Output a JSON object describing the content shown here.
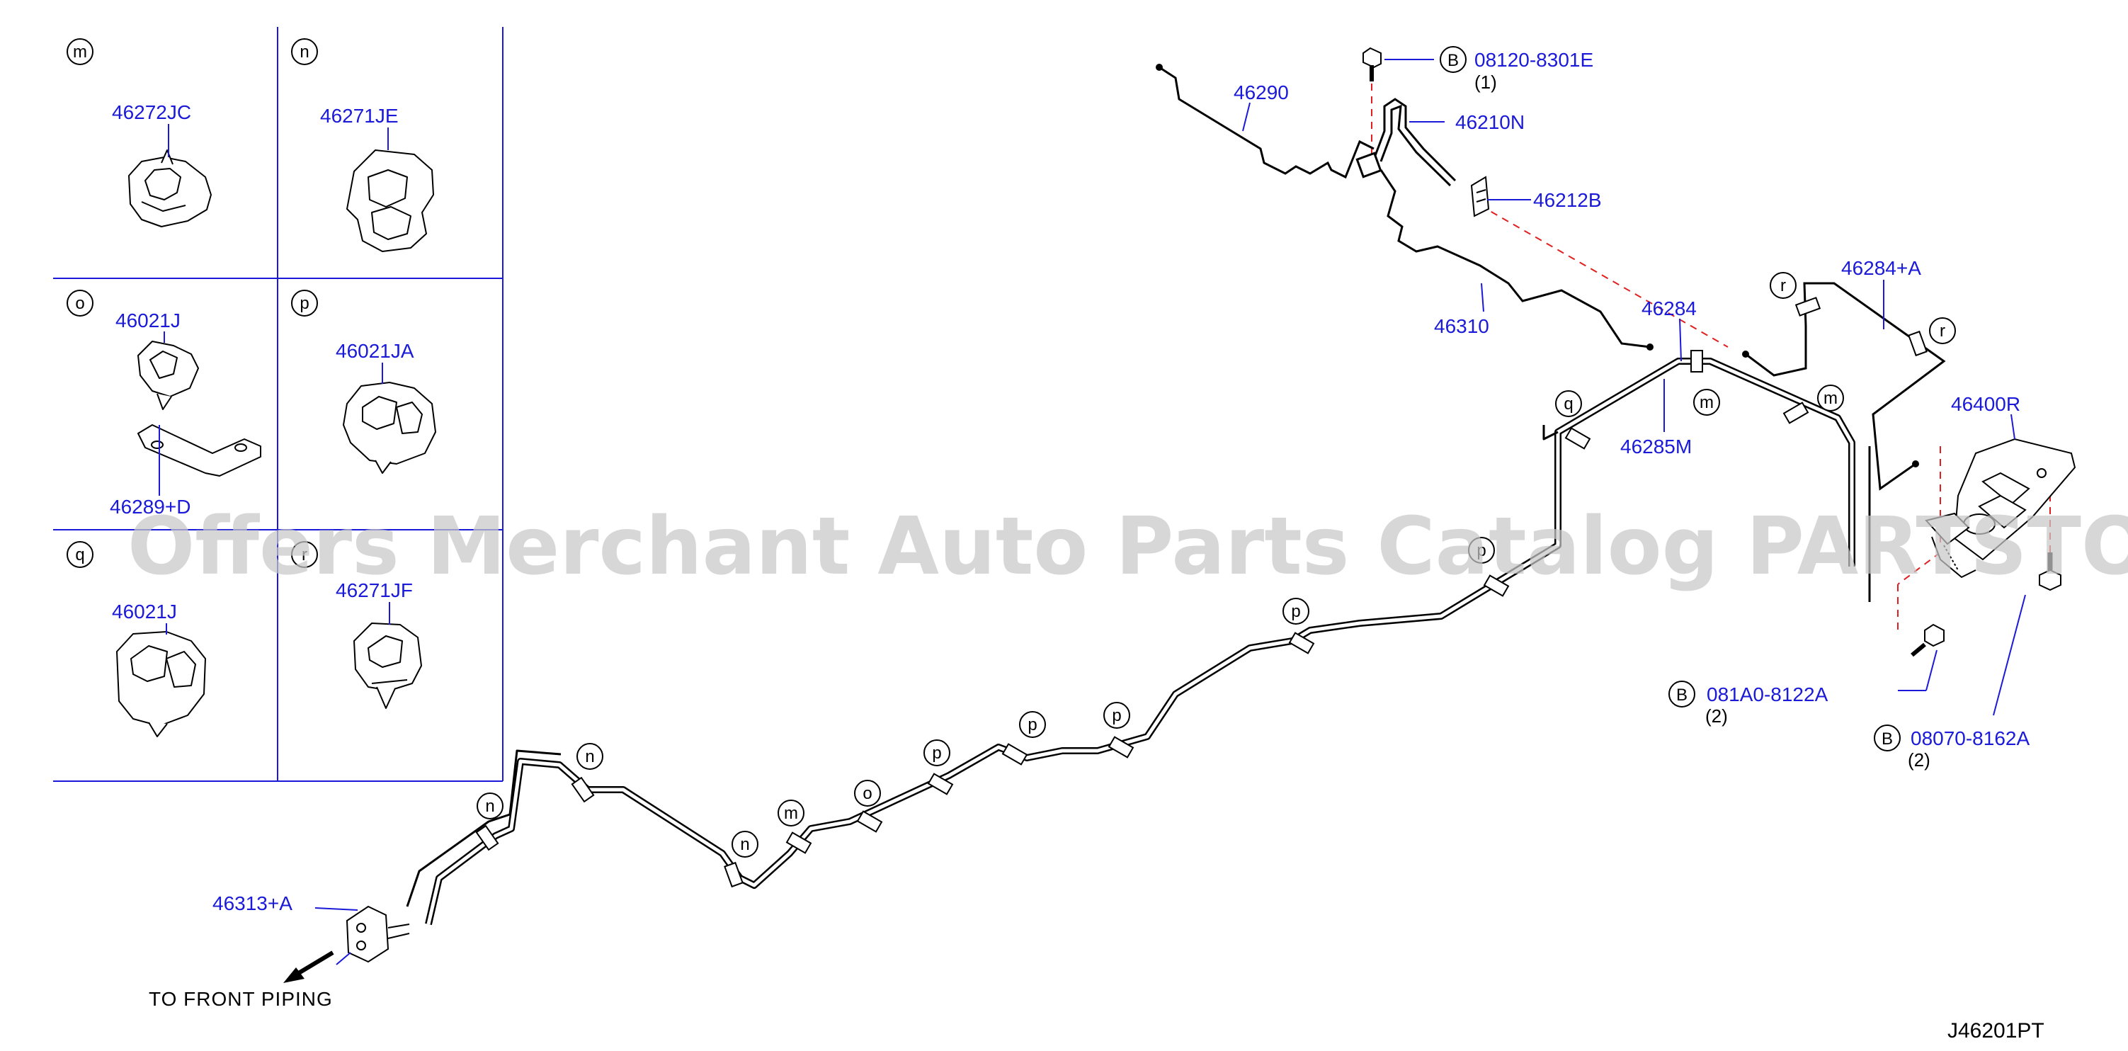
{
  "clip_panel": {
    "cells": [
      {
        "ref": "m",
        "part": "46272JC"
      },
      {
        "ref": "n",
        "part": "46271JE"
      },
      {
        "ref": "o",
        "part": "46021J",
        "part2": "46289+D"
      },
      {
        "ref": "p",
        "part": "46021JA"
      },
      {
        "ref": "q",
        "part": "46021J"
      },
      {
        "ref": "r",
        "part": "46271JF"
      }
    ]
  },
  "parts": {
    "p46290": "46290",
    "p46210N": "46210N",
    "p46212B": "46212B",
    "p46310": "46310",
    "p46284": "46284",
    "p46284A": "46284+A",
    "p46285M": "46285M",
    "p46400R": "46400R",
    "p46313A": "46313+A"
  },
  "bolts": {
    "b1": {
      "symbol": "B",
      "code": "08120-8301E",
      "qty": "(1)"
    },
    "b2": {
      "symbol": "B",
      "code": "081A0-8122A",
      "qty": "(2)"
    },
    "b3": {
      "symbol": "B",
      "code": "08070-8162A",
      "qty": "(2)"
    }
  },
  "clip_refs": {
    "c1": "n",
    "c2": "n",
    "c3": "m",
    "c4": "n",
    "c5": "o",
    "c6": "p",
    "c7": "p",
    "c8": "p",
    "c9": "p",
    "c10": "p",
    "c11": "q",
    "c12": "m",
    "c13": "m",
    "c14": "r",
    "c15": "r"
  },
  "direction_label": "TO  FRONT  PIPING",
  "diagram_code": "J46201PT",
  "watermark": "Offers Merchant Auto Parts Catalog PARTSTORE.SA",
  "colors": {
    "part_label": "#1a1ad8",
    "leader": "#1a1ad8",
    "dashed_line": "#e02020",
    "line": "#000000"
  }
}
